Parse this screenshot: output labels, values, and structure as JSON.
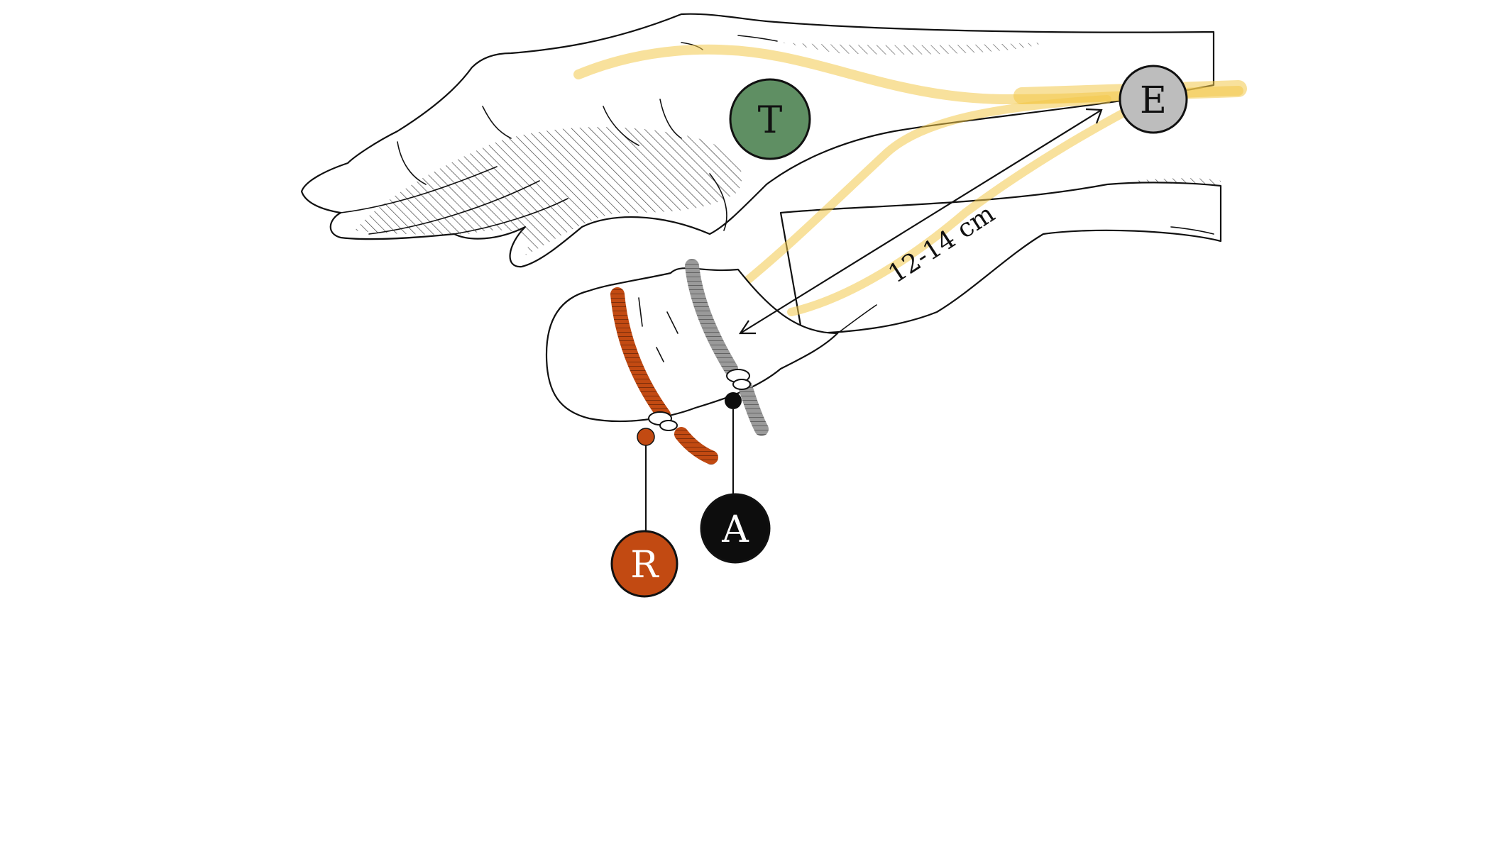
{
  "labels": {
    "T": {
      "text": "T",
      "color": "#5f8f63",
      "text_color": "#111111"
    },
    "E": {
      "text": "E",
      "color": "#bdbdbd",
      "text_color": "#111111"
    },
    "R": {
      "text": "R",
      "color": "#c24a12",
      "text_color": "#ffffff"
    },
    "A": {
      "text": "A",
      "color": "#0d0d0d",
      "text_color": "#ffffff"
    }
  },
  "distance": {
    "text": "12-14 cm"
  },
  "colors": {
    "nerve": "#f2c84b",
    "active_band": "#9a9a9a",
    "reference_band": "#c24a12",
    "outline": "#111111"
  }
}
